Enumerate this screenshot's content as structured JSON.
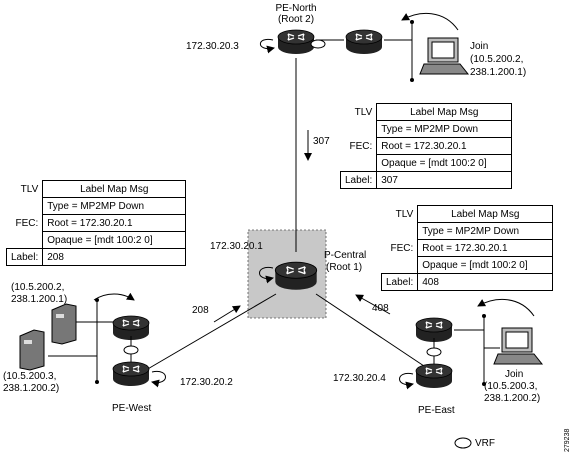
{
  "routers": {
    "pe_north": {
      "name": "PE-North",
      "role": "(Root 2)",
      "ip": "172.30.20.3"
    },
    "p_central": {
      "name": "P-Central",
      "role": "(Root 1)",
      "ip": "172.30.20.1"
    },
    "pe_west": {
      "name": "PE-West",
      "ip": "172.30.20.2"
    },
    "pe_east": {
      "name": "PE-East",
      "ip": "172.30.20.4"
    }
  },
  "joins": {
    "north": {
      "label": "Join",
      "line1": "(10.5.200.2,",
      "line2": "238.1.200.1)"
    },
    "east": {
      "label": "Join",
      "line1": "(10.5.200.3,",
      "line2": "238.1.200.2)"
    }
  },
  "sources": {
    "west_top": {
      "line1": "(10.5.200.2,",
      "line2": "238.1.200.1)"
    },
    "west_bottom": {
      "line1": "(10.5.200.3,",
      "line2": "238.1.200.2)"
    }
  },
  "links": {
    "north_label": "307",
    "west_label": "208",
    "east_label": "408"
  },
  "tables": {
    "north": {
      "tlv": "TLV",
      "header": "Label Map Msg",
      "type": "Type = MP2MP Down",
      "fec": "FEC:",
      "root": "Root = 172.30.20.1",
      "opaque": "Opaque = [mdt 100:2 0]",
      "label_key": "Label:",
      "label_val": "307"
    },
    "west": {
      "tlv": "TLV",
      "header": "Label Map Msg",
      "type": "Type = MP2MP Down",
      "fec": "FEC:",
      "root": "Root = 172.30.20.1",
      "opaque": "Opaque = [mdt 100:2 0]",
      "label_key": "Label:",
      "label_val": "208"
    },
    "east": {
      "tlv": "TLV",
      "header": "Label Map Msg",
      "type": "Type = MP2MP Down",
      "fec": "FEC:",
      "root": "Root = 172.30.20.1",
      "opaque": "Opaque = [mdt 100:2 0]",
      "label_key": "Label:",
      "label_val": "408"
    }
  },
  "legend": {
    "vrf": "VRF"
  },
  "figure_id": "279238"
}
